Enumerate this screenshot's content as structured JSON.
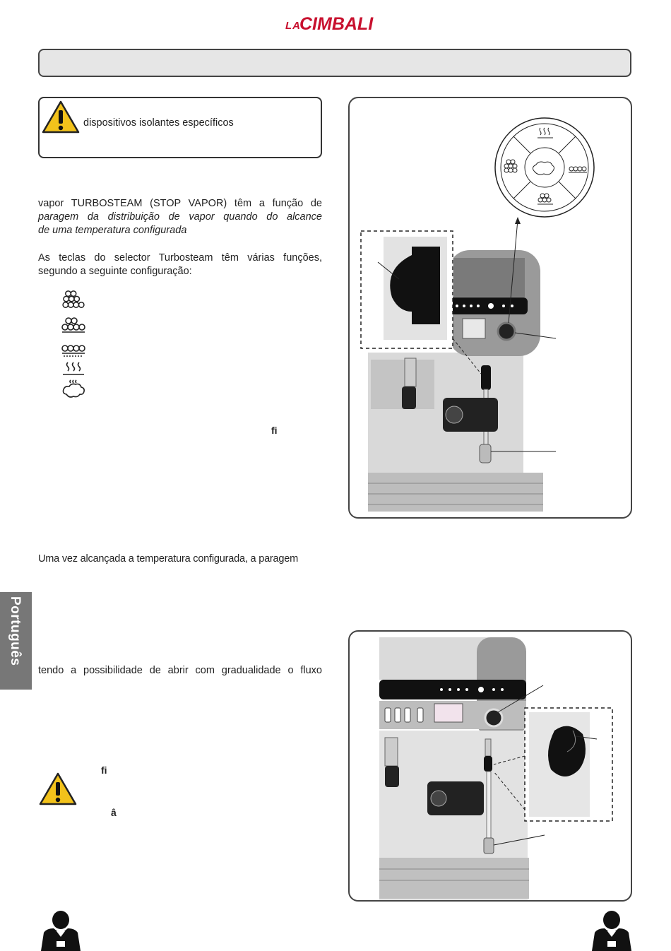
{
  "header": {
    "brand_prefix": "LA",
    "brand_name": "CIMBALI"
  },
  "warning1": {
    "text": "dispositivos   isolantes   específicos"
  },
  "body": {
    "line1": "vapor TURBOSTEAM (STOP VAPOR) têm a função de",
    "line2": "paragem da distribuição de vapor quando do alcance",
    "line3": "de uma temperatura configurada",
    "para2_line1": "As teclas do selector Turbosteam têm várias funções,",
    "para2_line2": "segundo a seguinte configuração:",
    "orphan_fi": "fi",
    "para3": "Uma vez alcançada a temperatura configurada, a paragem",
    "para4": "tendo a possibilidade de abrir com gradualidade o fluxo"
  },
  "warning2": {
    "glyph1": "fi",
    "glyph2": "â"
  },
  "side_tab": {
    "label": "Português"
  },
  "icons": [
    "milk-foam-dense-icon",
    "milk-foam-medium-icon",
    "milk-foam-light-icon",
    "steam-heat-icon",
    "steam-cloud-icon"
  ],
  "colors": {
    "brand": "#c8102e",
    "warning_yellow": "#f2c21b",
    "tab_gray": "#777777"
  }
}
